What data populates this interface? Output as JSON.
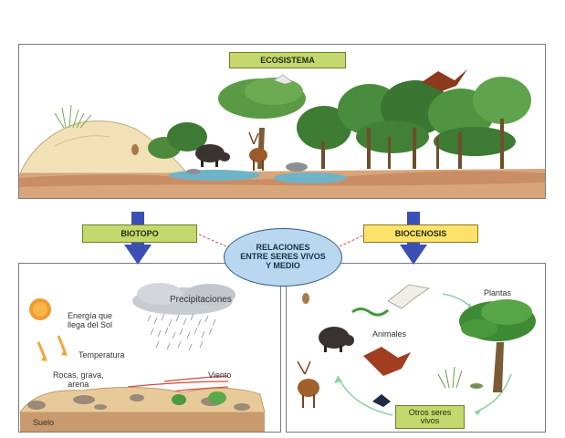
{
  "top": {
    "title": "ECOSISTEMA"
  },
  "middle": {
    "left_label": "BIOTOPO",
    "right_label": "BIOCENOSIS",
    "center_lines": [
      "RELACIONES",
      "ENTRE SERES VIVOS",
      "Y MEDIO"
    ]
  },
  "biotopo": {
    "energy_lines": [
      "Energía que",
      "llega del Sol"
    ],
    "precipitation": "Precipitaciones",
    "temperature": "Temperatura",
    "wind": "Viento",
    "rocks_lines": [
      "Rocas, grava,",
      "arena"
    ],
    "soil": "Suelo"
  },
  "biocenosis": {
    "plants": "Plantas",
    "animals": "Animales",
    "others_lines": [
      "Otros seres",
      "vivos"
    ]
  },
  "colors": {
    "label_green": "#c5d86d",
    "label_yellow": "#ffe26a",
    "arrow_blue": "#3b4fb4",
    "ellipse_fill": "#b9d8ef",
    "cycle_arrow": "#8fd3a3"
  },
  "icons": [
    "sun-icon",
    "cloud-icon",
    "rain-icon",
    "tree-icon",
    "boar-icon",
    "deer-icon",
    "eagle-icon",
    "snake-icon",
    "rock-icon"
  ]
}
